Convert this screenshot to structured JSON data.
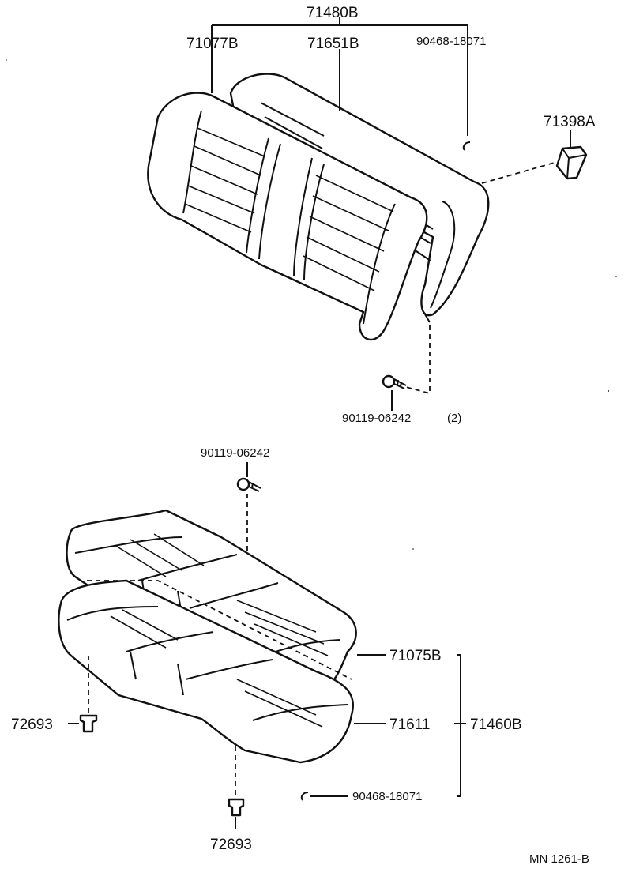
{
  "labels": {
    "backrest_assy": "71480B",
    "backrest_frame": "71077B",
    "backrest_cover": "71651B",
    "backrest_hogring": "90468-18071",
    "backrest_hinge": "71398A",
    "backrest_bolt": "90119-06242",
    "backrest_bolt_qty": "(2)",
    "cushion_bolt": "90119-06242",
    "cushion_frame": "71075B",
    "cushion_cover": "71611",
    "cushion_assy": "71460B",
    "cushion_hogring": "90468-18071",
    "clip_left": "72693",
    "clip_bottom": "72693",
    "diagram_ref": "MN 1261-B"
  }
}
